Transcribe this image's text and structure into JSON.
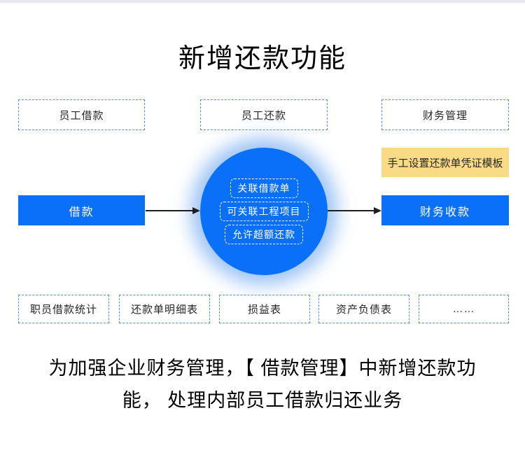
{
  "header": {
    "title": "新增还款功能"
  },
  "top_row": [
    {
      "label": "员工借款"
    },
    {
      "label": "员工还款"
    },
    {
      "label": "财务管理"
    }
  ],
  "note": {
    "label": "手工设置还款单凭证模板"
  },
  "flow": {
    "left_node": {
      "label": "借款"
    },
    "right_node": {
      "label": "财务收款"
    },
    "center": {
      "features": [
        {
          "label": "关联借款单"
        },
        {
          "label": "可关联工程项目"
        },
        {
          "label": "允许超额还款"
        }
      ]
    }
  },
  "bottom_row": [
    {
      "label": "职员借款统计"
    },
    {
      "label": "还款单明细表"
    },
    {
      "label": "损益表"
    },
    {
      "label": "资产负债表"
    },
    {
      "label": "……"
    }
  ],
  "description": {
    "line1": "为加强企业财务管理，【 借款管理】中新增还款功",
    "line2": "能， 处理内部员工借款归还业务"
  },
  "colors": {
    "primary_blue": "#0B70F8",
    "dashed_border_blue": "#4D91F8",
    "note_background": "#FADB85",
    "glow_blue": "#8CB9F3",
    "top_bar": "#E7E7F4",
    "arrow": "#1F1F1F"
  }
}
